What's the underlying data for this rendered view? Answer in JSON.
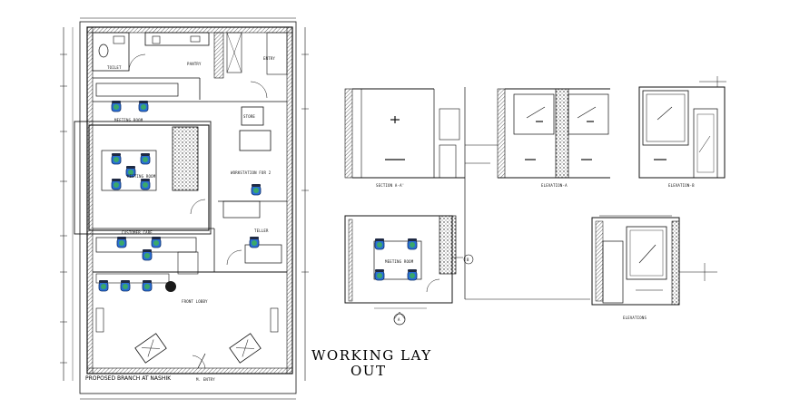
{
  "drawing": {
    "title_line1": "WORKING  LAY",
    "title_line2": "OUT",
    "sheet_caption": "PROPOSED BRANCH AT NASHIK",
    "main_entry": "M. ENTRY"
  },
  "plan_labels": {
    "toilet": "TOILET",
    "pantry": "PANTRY",
    "store": "STORE",
    "meeting_room_top": "MEETING ROOM",
    "meeting_room": "MEETING ROOM",
    "workstation": "WORKSTATION FOR 2",
    "customer_care": "CUSTOMER CARE",
    "teller": "TELLER",
    "front_lobby": "FRONT LOBBY",
    "entry": "ENTRY"
  },
  "views": {
    "section_aa": "SECTION A-A'",
    "elevation_a": "ELEVATION-A",
    "elevation_b": "ELEVATION-B",
    "elevation_c": "ELEVATIONS",
    "meeting_plan": "MEETING ROOM",
    "marker_a": "A",
    "marker_b": "B"
  },
  "colors": {
    "line": "#111111",
    "chair_blue": "#2a6fd6",
    "chair_green": "#3aa86a",
    "hatch": "#444444"
  }
}
